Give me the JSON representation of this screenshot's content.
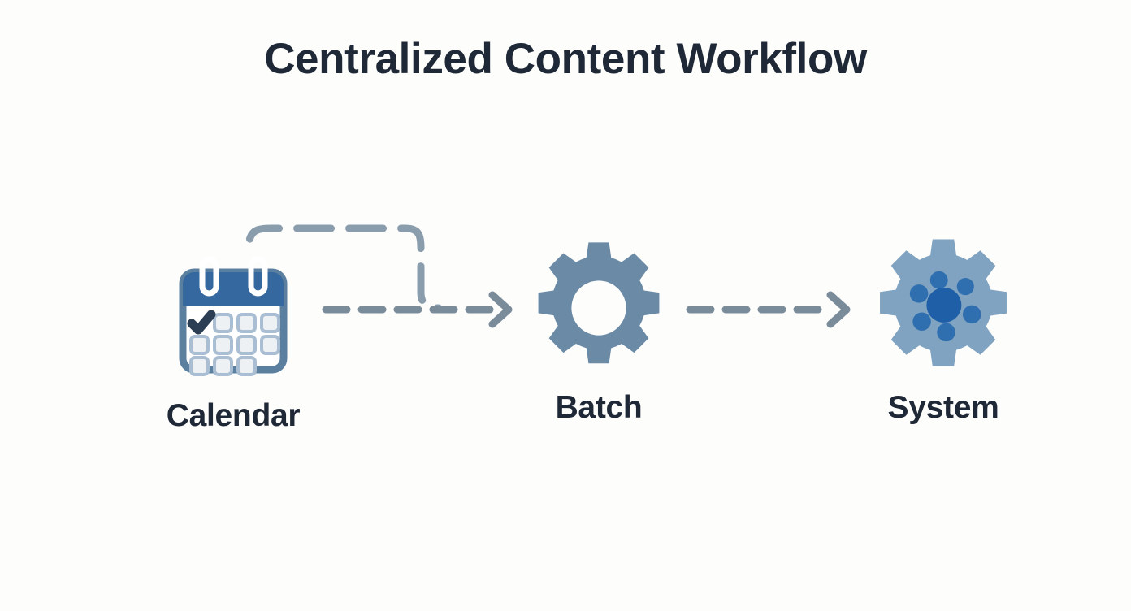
{
  "page": {
    "title": "Centralized Content Workflow",
    "background_color": "#fdfdfc",
    "title_color": "#1f2836",
    "label_color": "#1f2836"
  },
  "diagram": {
    "type": "flow",
    "orientation": "horizontal",
    "nodes": [
      {
        "id": "calendar",
        "label": "Calendar",
        "icon": "calendar-icon",
        "icon_colors": {
          "header": "#35689e",
          "body_border": "#5b7f9e",
          "body_fill": "#ffffff",
          "cell_border": "#a9bed2",
          "cell_fill": "#eef1f3",
          "check": "#2c3e54",
          "ring": "#ffffff"
        }
      },
      {
        "id": "batch",
        "label": "Batch",
        "icon": "gear-icon",
        "icon_colors": {
          "gear": "#6b8aa5",
          "hub": "#ffffff"
        }
      },
      {
        "id": "system",
        "label": "System",
        "icon": "gear-network-icon",
        "icon_colors": {
          "gear": "#7fa3c0",
          "hub": "#1f5fa8",
          "satellite": "#2f6fb0"
        }
      }
    ],
    "connectors": [
      {
        "id": "calendar-to-batch",
        "from": "calendar",
        "to": "batch",
        "style": "dashed",
        "arrowhead": "chevron",
        "color": "#7a8b9a"
      },
      {
        "id": "calendar-loop",
        "from": "calendar",
        "to": "calendar-to-batch",
        "style": "dashed-rounded-loop",
        "arrowhead": "none",
        "color": "#8a9dad"
      },
      {
        "id": "batch-to-system",
        "from": "batch",
        "to": "system",
        "style": "dashed",
        "arrowhead": "chevron",
        "color": "#7a8b9a"
      }
    ]
  }
}
